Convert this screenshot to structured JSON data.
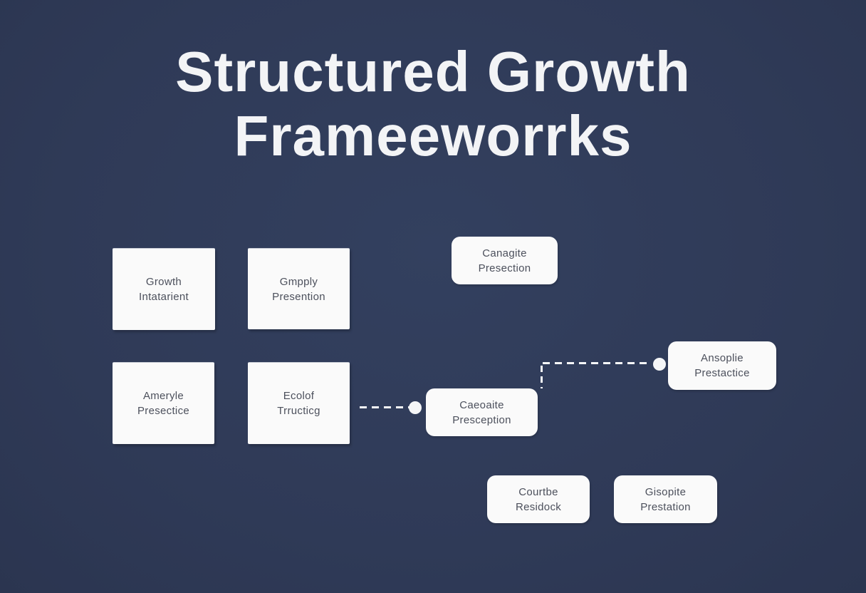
{
  "title": {
    "line1": "Structured Growth",
    "line2": "Frameeworrks"
  },
  "boxes": [
    {
      "name": "growth-intatarient",
      "line1": "Growth",
      "line2": "Intatarient"
    },
    {
      "name": "gmpply-presention",
      "line1": "Gmpply",
      "line2": "Presention"
    },
    {
      "name": "canagite-presection",
      "line1": "Canagite",
      "line2": "Presection"
    },
    {
      "name": "ameryle-presectice",
      "line1": "Ameryle",
      "line2": "Presectice"
    },
    {
      "name": "ecolof-trructicg",
      "line1": "Ecolof",
      "line2": "Trructicg"
    },
    {
      "name": "caeoaite-presception",
      "line1": "Caeoaite",
      "line2": "Presception"
    },
    {
      "name": "ansoplie-prestactice",
      "line1": "Ansoplie",
      "line2": "Prestactice"
    },
    {
      "name": "courtbe-residock",
      "line1": "Courtbe",
      "line2": "Residock"
    },
    {
      "name": "gisopite-prestation",
      "line1": "Gisopite",
      "line2": "Prestation"
    }
  ],
  "connectors": [
    {
      "name": "connector-ecolof-to-caeoaite",
      "style": "dashed",
      "endpoint": "dot"
    },
    {
      "name": "connector-caeoaite-to-ansoplie",
      "style": "dashed-elbow",
      "endpoint": "dot"
    }
  ],
  "colors": {
    "background": "#2f3a57",
    "box_fill": "#fafafa",
    "box_text": "#4c505c",
    "title_text": "#f3f4f6",
    "connector": "#f5f6f8"
  }
}
